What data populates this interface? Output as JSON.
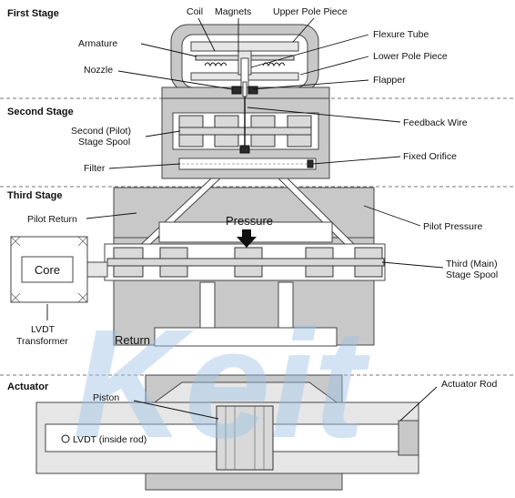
{
  "stages": {
    "first": "First Stage",
    "second": "Second Stage",
    "third": "Third Stage",
    "actuator": "Actuator"
  },
  "labels": {
    "coil": "Coil",
    "magnets": "Magnets",
    "upper_pole_piece": "Upper Pole Piece",
    "armature": "Armature",
    "flexure_tube": "Flexure Tube",
    "lower_pole_piece": "Lower Pole Piece",
    "nozzle": "Nozzle",
    "flapper": "Flapper",
    "feedback_wire": "Feedback Wire",
    "second_spool_line1": "Second (Pilot)",
    "second_spool_line2": "Stage Spool",
    "filter": "Filter",
    "fixed_orifice": "Fixed Orifice",
    "pilot_return": "Pilot Return",
    "pilot_pressure": "Pilot Pressure",
    "pressure": "Pressure",
    "core": "Core",
    "third_spool_line1": "Third (Main)",
    "third_spool_line2": "Stage Spool",
    "lvdt_transformer_line1": "LVDT",
    "lvdt_transformer_line2": "Transformer",
    "return": "Return",
    "piston": "Piston",
    "actuator_rod": "Actuator Rod",
    "lvdt_inside_rod": "LVDT (inside rod)"
  },
  "watermark": "Keit",
  "colors": {
    "body": "#c8c8c8",
    "light": "#e6e6e6",
    "dark": "#2a2a2a",
    "watermark": "#9ec3e6"
  }
}
